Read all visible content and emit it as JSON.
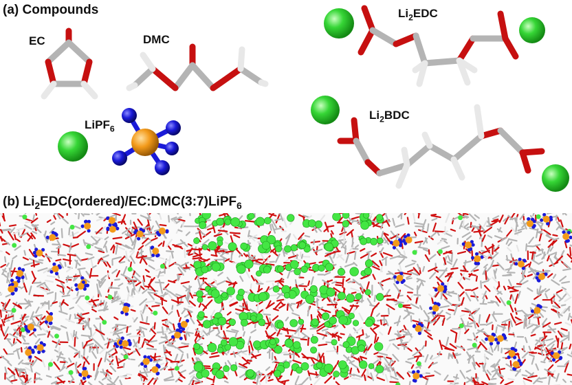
{
  "panel_a": {
    "title": "(a) Compounds",
    "labels": {
      "ec": "EC",
      "dmc": "DMC",
      "lipf6": {
        "main": "LiPF",
        "sub": "6"
      },
      "li2edc": {
        "pre": "Li",
        "sub": "2",
        "post": "EDC"
      },
      "li2bdc": {
        "pre": "Li",
        "sub": "2",
        "post": "BDC"
      }
    }
  },
  "panel_b": {
    "title": {
      "pre": "(b) Li",
      "sub1": "2",
      "mid": "EDC(ordered)/EC:DMC(3:7)LiPF",
      "sub2": "6"
    }
  },
  "colors": {
    "carbon": "#b4b4b4",
    "oxygen": "#d01010",
    "hydrogen": "#f2f2f2",
    "lithium": "#33d633",
    "phosphorus": "#f39a1a",
    "fluorine": "#1a1ad8"
  }
}
